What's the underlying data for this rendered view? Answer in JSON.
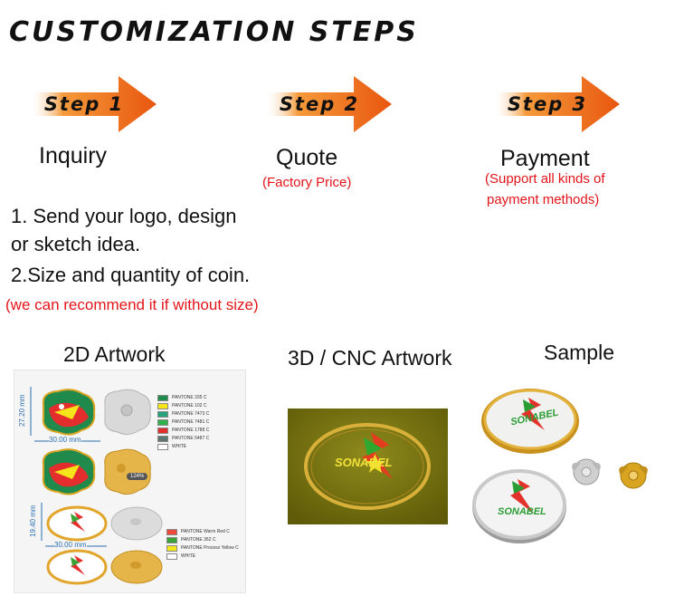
{
  "title": "CUSTOMIZATION STEPS",
  "steps": [
    {
      "label": "Step 1",
      "name": "Inquiry",
      "note": ""
    },
    {
      "label": "Step 2",
      "name": "Quote",
      "note": "(Factory Price)"
    },
    {
      "label": "Step 3",
      "name": "Payment",
      "note_line1": "(Support all kinds of",
      "note_line2": "payment methods)"
    }
  ],
  "requirements": {
    "item1_line1": "1. Send your logo, design",
    "item1_line2": "or sketch idea.",
    "item2": "2.Size and quantity of coin.",
    "note": "(we can recommend it if without size)"
  },
  "sections": {
    "artwork_2d": "2D Artwork",
    "artwork_3d": "3D / CNC Artwork",
    "sample": "Sample"
  },
  "artwork_2d": {
    "dim_height_top": "27.20 mm",
    "dim_width_top": "30.00 mm",
    "dim_height_bottom": "19.40 mm",
    "dim_width_bottom": "30.00 mm",
    "badge_text": "124%",
    "swatches_top": [
      {
        "label": "PANTONE 335 C",
        "color": "#1f8a4c"
      },
      {
        "label": "PANTONE 102 C",
        "color": "#f5e51a"
      },
      {
        "label": "PANTONE 7473 C",
        "color": "#26a37a"
      },
      {
        "label": "PANTONE 7481 C",
        "color": "#2fb24a"
      },
      {
        "label": "PANTONE 1788 C",
        "color": "#e42d2d"
      },
      {
        "label": "PANTONE 5487 C",
        "color": "#5c7870"
      },
      {
        "label": "WHITE",
        "color": "#ffffff"
      }
    ],
    "swatches_bottom": [
      {
        "label": "PANTONE Warm Red C",
        "color": "#f04a3a"
      },
      {
        "label": "PANTONE 362 C",
        "color": "#3aa335"
      },
      {
        "label": "PANTONE Process Yellow C",
        "color": "#f7e61b"
      },
      {
        "label": "WHITE",
        "color": "#ffffff"
      }
    ]
  },
  "logo_text": "SONABEL",
  "colors": {
    "arrow_orange": "#f07a12",
    "accent_red": "#e3141a",
    "olive_bg": "#7a7510",
    "gold": "#d9a520"
  }
}
